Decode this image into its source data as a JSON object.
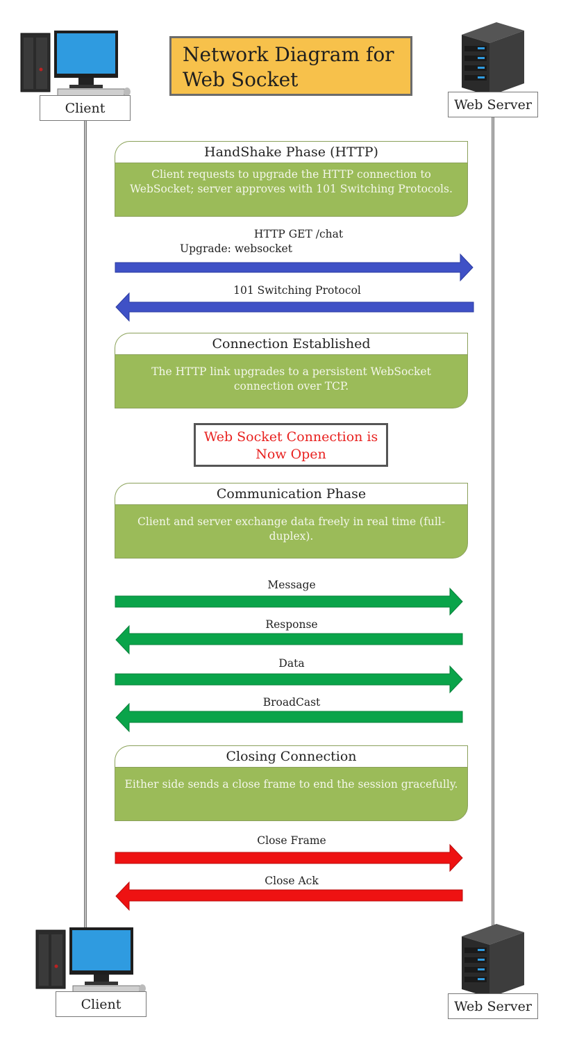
{
  "title": "Network Diagram for Web Socket",
  "actors": {
    "client": "Client",
    "server": "Web Server"
  },
  "colors": {
    "handshake_arrow": "#3f51c6",
    "data_arrow": "#0aa44a",
    "close_arrow": "#ee1212",
    "phase_fill": "#9bbb59",
    "title_fill": "#f7c14b",
    "open_text": "#e8211f"
  },
  "phases": {
    "handshake": {
      "title": "HandShake Phase (HTTP)",
      "body": "Client requests to upgrade the HTTP connection to WebSocket; server approves with 101 Switching Protocols."
    },
    "established": {
      "title": "Connection Established",
      "body": "The HTTP link upgrades to a persistent WebSocket connection over TCP."
    },
    "communication": {
      "title": "Communication Phase",
      "body": "Client and server exchange data freely in real time (full-duplex)."
    },
    "closing": {
      "title": "Closing Connection",
      "body": "Either side sends a close frame to end the session gracefully."
    }
  },
  "open_notice": "Web Socket Connection is Now Open",
  "messages": {
    "http_get": "HTTP GET /chat",
    "upgrade": "Upgrade: websocket",
    "switching": "101 Switching Protocol",
    "message": "Message",
    "response": "Response",
    "data": "Data",
    "broadcast": "BroadCast",
    "close_frame": "Close Frame",
    "close_ack": "Close Ack"
  },
  "icons": {
    "client": "desktop-computer-icon",
    "server": "server-rack-icon"
  }
}
